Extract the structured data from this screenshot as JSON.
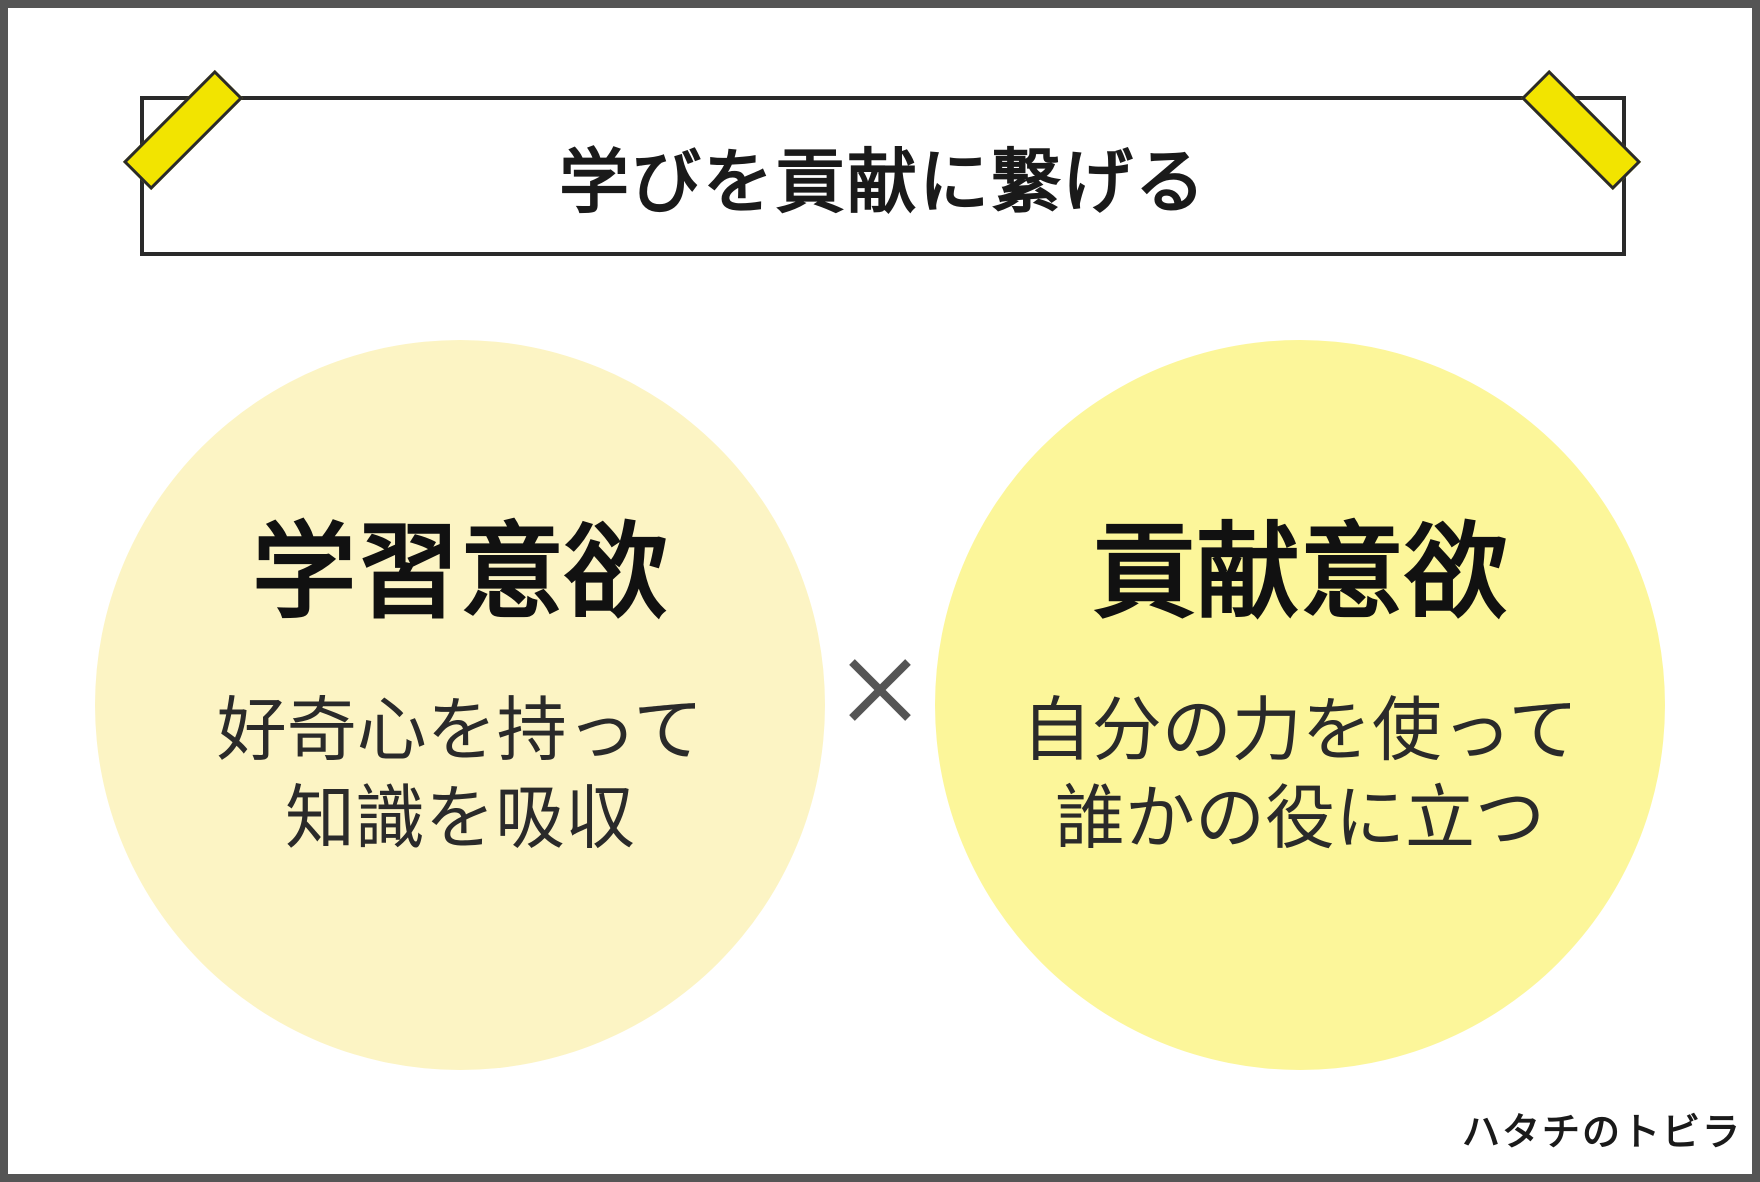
{
  "title": "学びを貢献に繋げる",
  "left_circle": {
    "heading": "学習意欲",
    "lines": [
      "好奇心を持って",
      "知識を吸収"
    ]
  },
  "right_circle": {
    "heading": "貢献意欲",
    "lines": [
      "自分の力を使って",
      "誰かの役に立つ"
    ]
  },
  "operator_icon": "times-icon",
  "logo": "ハタチのトビラ",
  "colors": {
    "frame": "#555555",
    "tape": "#f2e400",
    "left_circle": "#fcf4c4",
    "right_circle": "#fcf69a",
    "text": "#1a1a1a"
  }
}
